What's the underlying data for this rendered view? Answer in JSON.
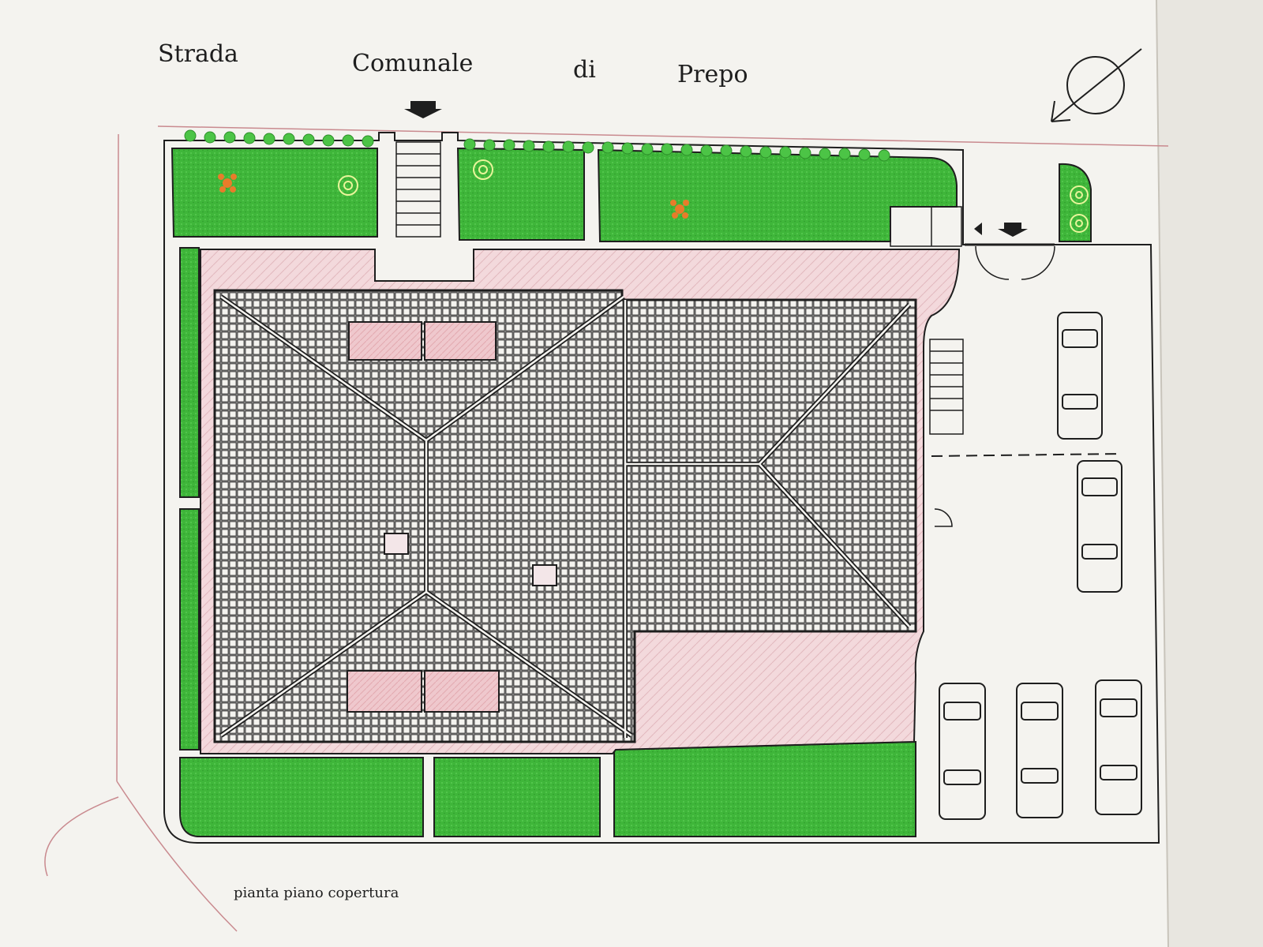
{
  "street": {
    "word1": "Strada",
    "word2": "Comunale",
    "word3": "di",
    "word4": "Prepo"
  },
  "caption": "pianta piano copertura",
  "colors": {
    "paper": "#f4f3ef",
    "lawn": "#3fb63a",
    "paving": "#f3d9dc",
    "roof_tile": "#6b6b6b",
    "ink": "#1e1e1e",
    "boundary": "#c98a8f"
  },
  "icons": {
    "north": "north-arrow-icon",
    "entrance": "entrance-arrow-icon",
    "car": "car-icon",
    "tree": "tree-icon",
    "shrub": "shrub-icon"
  }
}
